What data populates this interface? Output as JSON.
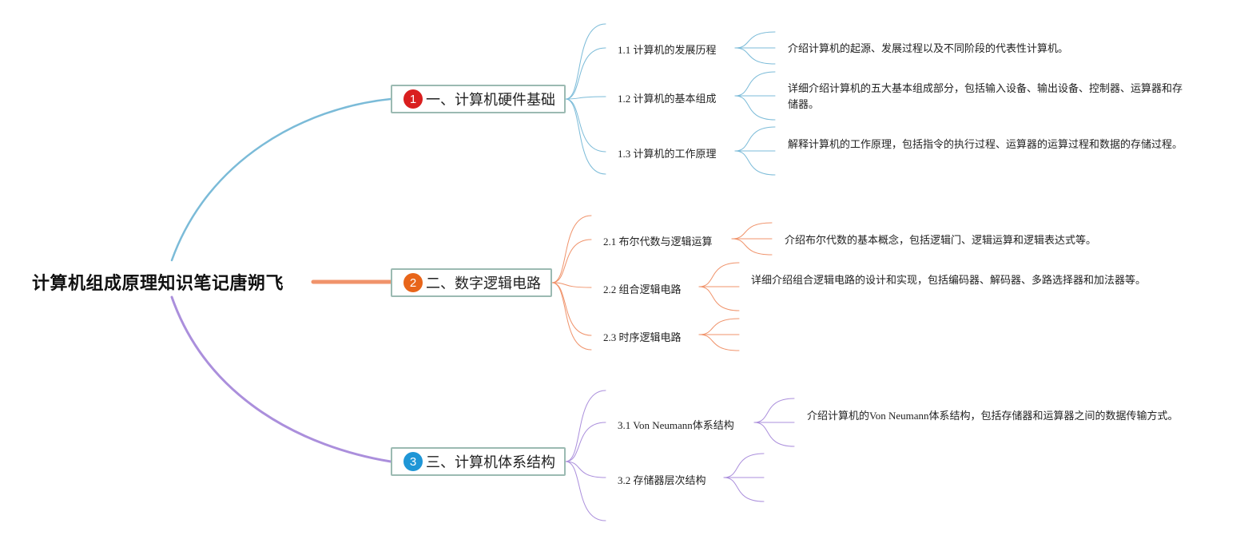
{
  "root": {
    "title": "计算机组成原理知识笔记唐朔飞"
  },
  "branches": [
    {
      "number": "1",
      "label": "一、计算机硬件基础",
      "color": "#7bbbd8",
      "badge_color": "#d91f1f",
      "children": [
        {
          "label": "1.1 计算机的发展历程",
          "desc": "介绍计算机的起源、发展过程以及不同阶段的代表性计算机。"
        },
        {
          "label": "1.2 计算机的基本组成",
          "desc": "详细介绍计算机的五大基本组成部分，包括输入设备、输出设备、控制器、运算器和存储器。"
        },
        {
          "label": "1.3 计算机的工作原理",
          "desc": "解释计算机的工作原理，包括指令的执行过程、运算器的运算过程和数据的存储过程。"
        }
      ]
    },
    {
      "number": "2",
      "label": "二、数字逻辑电路",
      "color": "#f0936b",
      "badge_color": "#e8651a",
      "children": [
        {
          "label": "2.1 布尔代数与逻辑运算",
          "desc": "介绍布尔代数的基本概念，包括逻辑门、逻辑运算和逻辑表达式等。"
        },
        {
          "label": "2.2 组合逻辑电路",
          "desc": "详细介绍组合逻辑电路的设计和实现，包括编码器、解码器、多路选择器和加法器等。"
        },
        {
          "label": "2.3 时序逻辑电路",
          "desc": ""
        }
      ]
    },
    {
      "number": "3",
      "label": "三、计算机体系结构",
      "color": "#ab8fdc",
      "badge_color": "#1f96d6",
      "children": [
        {
          "label": "3.1 Von Neumann体系结构",
          "desc": "介绍计算机的Von Neumann体系结构，包括存储器和运算器之间的数据传输方式。"
        },
        {
          "label": "3.2 存储器层次结构",
          "desc": ""
        }
      ]
    }
  ]
}
